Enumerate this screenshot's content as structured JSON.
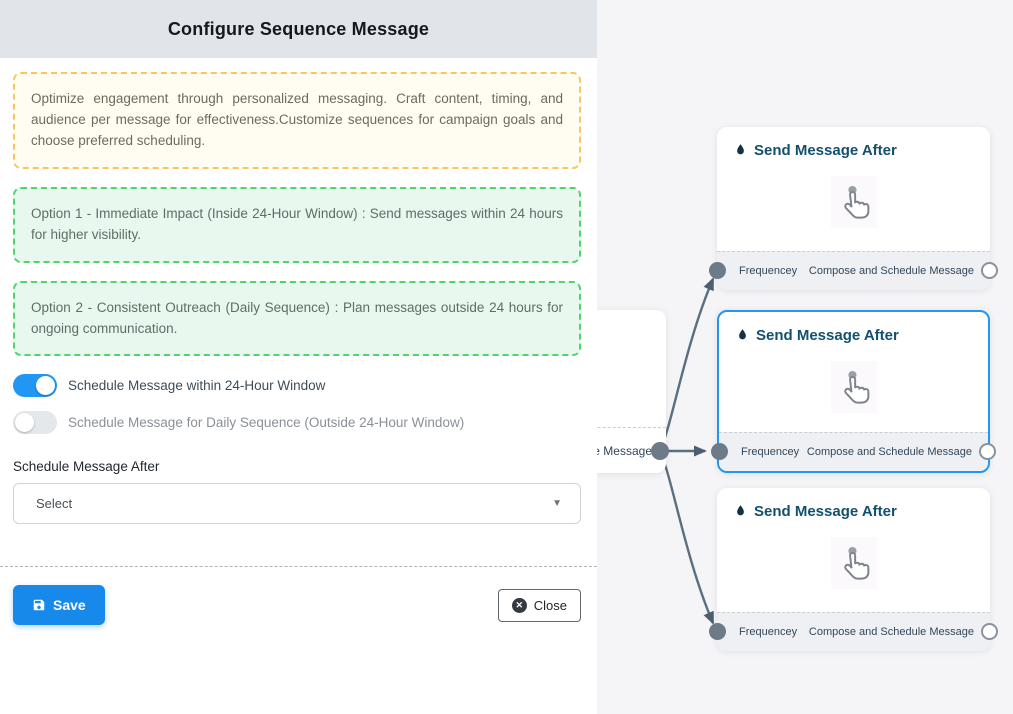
{
  "colors": {
    "accent_blue": "#2196f3",
    "save_button_blue": "#1789eb",
    "panel_header_bg": "#e1e4e9",
    "canvas_bg": "#f5f5f7",
    "yellow_box_border": "#fbc55e",
    "yellow_box_bg": "#fffdf2",
    "green_box_border": "#4fd569",
    "green_box_bg": "#e9f8ee",
    "node_title_color": "#14506e",
    "edge_color": "#5c6f80",
    "handle_color": "#6d7a87",
    "selected_node_border": "#2196f3"
  },
  "panel": {
    "title": "Configure Sequence Message",
    "info_text": "Optimize engagement through personalized messaging. Craft content, timing, and audience per message for effectiveness.Customize sequences for campaign goals and choose preferred scheduling.",
    "options": [
      {
        "text": "Option 1 - Immediate Impact (Inside 24-Hour Window) : Send messages within 24 hours for higher visibility."
      },
      {
        "text": "Option 2 - Consistent Outreach (Daily Sequence) : Plan messages outside 24 hours for ongoing communication."
      }
    ],
    "toggles": [
      {
        "label": "Schedule Message within 24-Hour Window",
        "state": "on"
      },
      {
        "label": "Schedule Message for Daily Sequence (Outside 24-Hour Window)",
        "state": "off"
      }
    ],
    "schedule_after": {
      "label": "Schedule Message After",
      "value": "Select"
    },
    "footer": {
      "save_label": "Save",
      "close_label": "Close"
    }
  },
  "canvas": {
    "partial_node": {
      "footer_label": "ce Message"
    },
    "nodes": [
      {
        "title": "Send Message After",
        "left_label": "Frequencey",
        "right_label": "Compose and Schedule Message",
        "selected": false
      },
      {
        "title": "Send Message After",
        "left_label": "Frequencey",
        "right_label": "Compose and Schedule Message",
        "selected": true
      },
      {
        "title": "Send Message After",
        "left_label": "Frequencey",
        "right_label": "Compose and Schedule Message",
        "selected": false
      }
    ],
    "icons": {
      "node_header": "droplet-icon",
      "node_body": "tap-hand-icon",
      "save": "floppy-icon",
      "close": "circle-x-icon",
      "select": "caret-down-icon"
    }
  }
}
